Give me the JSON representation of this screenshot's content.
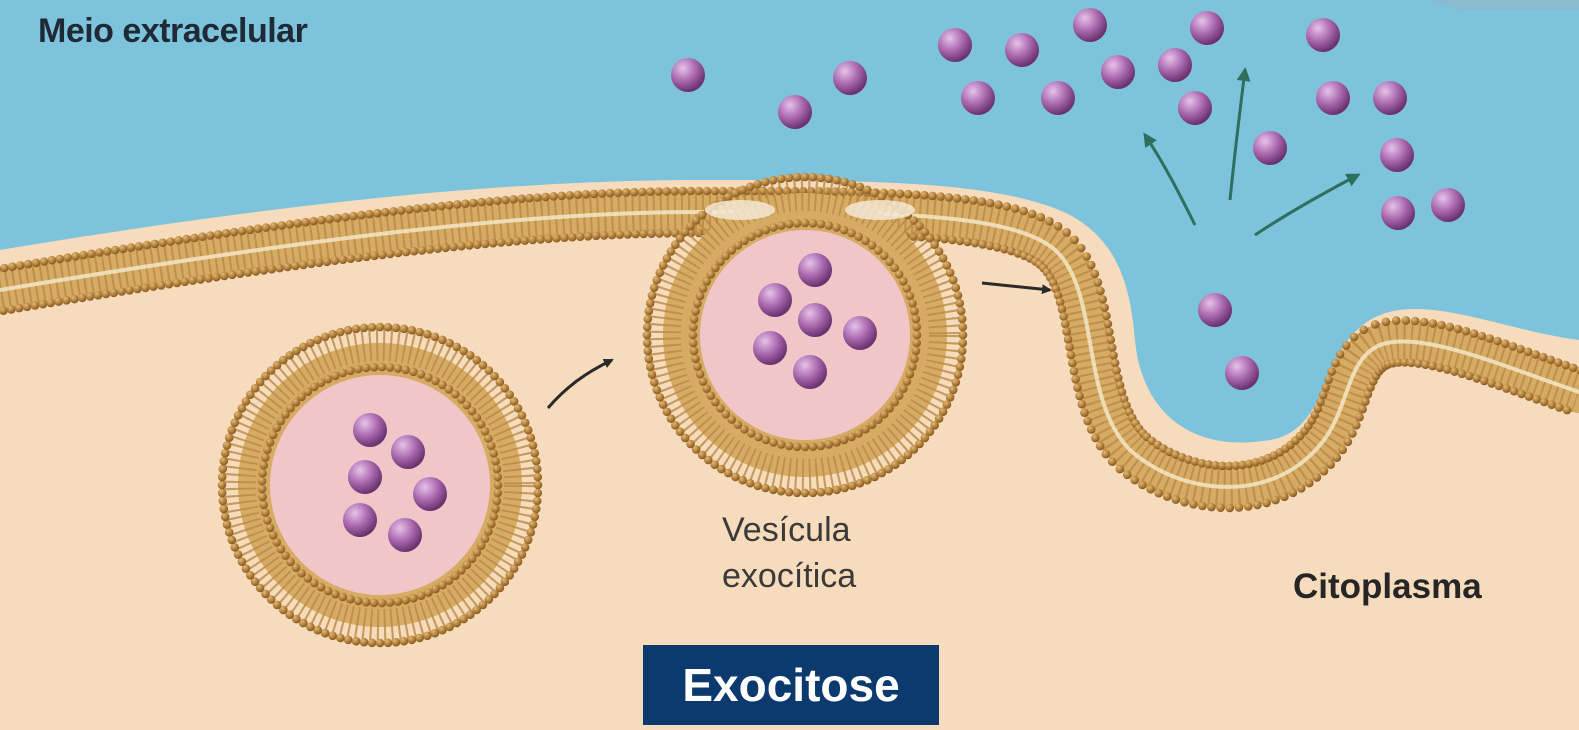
{
  "labels": {
    "extracellular": "Meio extracelular",
    "vesicle_line1": "Vesícula",
    "vesicle_line2": "exocítica",
    "cytoplasm": "Citoplasma",
    "title": "Exocitose"
  },
  "colors": {
    "extracellular": "#7ec3dc",
    "cytoplasm": "#f6dcbc",
    "membrane_tail": "#d6ab63",
    "membrane_head": "#a26d27",
    "vesicle_lumen": "#f0c6c8",
    "particle": "#a968ae",
    "particle_dark": "#6a326f",
    "arrow_dark": "#2a2a2a",
    "arrow_release": "#2f6f5e",
    "title_box": "#0d3a6e",
    "title_text": "#ffffff"
  },
  "icons": [
    "arrow-icon"
  ]
}
